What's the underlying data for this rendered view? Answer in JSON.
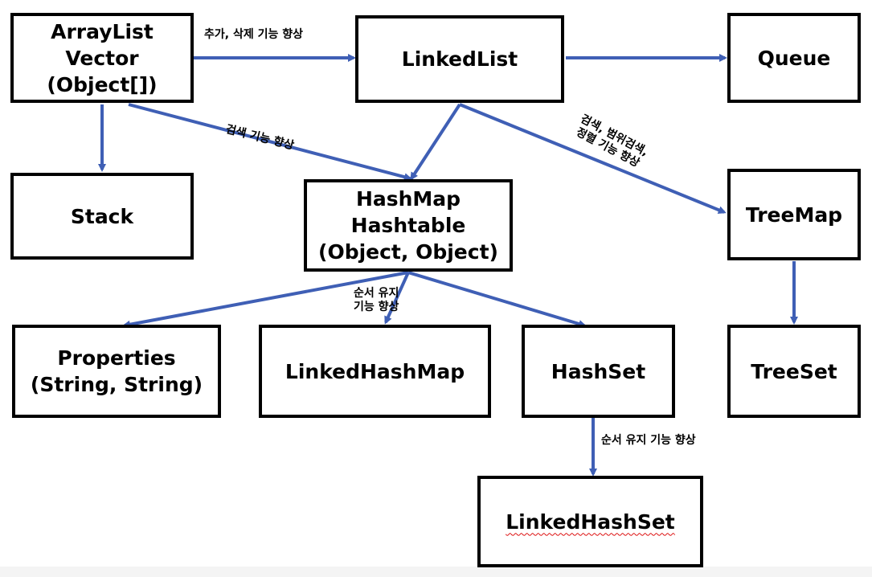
{
  "colors": {
    "arrow": "#3f5fb5",
    "box_border": "#000000",
    "text": "#000000"
  },
  "nodes": {
    "arraylist": {
      "lines": [
        "ArrayList",
        "Vector",
        "(Object[])"
      ]
    },
    "linkedlist": {
      "lines": [
        "LinkedList"
      ]
    },
    "queue": {
      "lines": [
        "Queue"
      ]
    },
    "stack": {
      "lines": [
        "Stack"
      ]
    },
    "hashmap": {
      "lines": [
        "HashMap",
        "Hashtable",
        "(Object, Object)"
      ]
    },
    "treemap": {
      "lines": [
        "TreeMap"
      ]
    },
    "properties": {
      "lines": [
        "Properties",
        "(String, String)"
      ]
    },
    "linkedhashmap": {
      "lines": [
        "LinkedHashMap"
      ]
    },
    "hashset": {
      "lines": [
        "HashSet"
      ]
    },
    "treeset": {
      "lines": [
        "TreeSet"
      ]
    },
    "linkedhashset": {
      "lines": [
        "LinkedHashSet"
      ]
    }
  },
  "edges": [
    {
      "from": "arraylist",
      "to": "linkedlist",
      "label": "추가, 삭제 기능 향상"
    },
    {
      "from": "linkedlist",
      "to": "queue",
      "label": ""
    },
    {
      "from": "arraylist",
      "to": "stack",
      "label": ""
    },
    {
      "from": "arraylist",
      "to": "hashmap",
      "label": "검색 기능 향상"
    },
    {
      "from": "linkedlist",
      "to": "hashmap",
      "label": ""
    },
    {
      "from": "linkedlist",
      "to": "treemap",
      "label": "검색, 범위검색,\n정렬 기능 향상"
    },
    {
      "from": "treemap",
      "to": "treeset",
      "label": ""
    },
    {
      "from": "hashmap",
      "to": "properties",
      "label": ""
    },
    {
      "from": "hashmap",
      "to": "linkedhashmap",
      "label": "순서 유지\n기능 향상"
    },
    {
      "from": "hashmap",
      "to": "hashset",
      "label": ""
    },
    {
      "from": "hashset",
      "to": "linkedhashset",
      "label": "순서 유지 기능 향상"
    }
  ]
}
